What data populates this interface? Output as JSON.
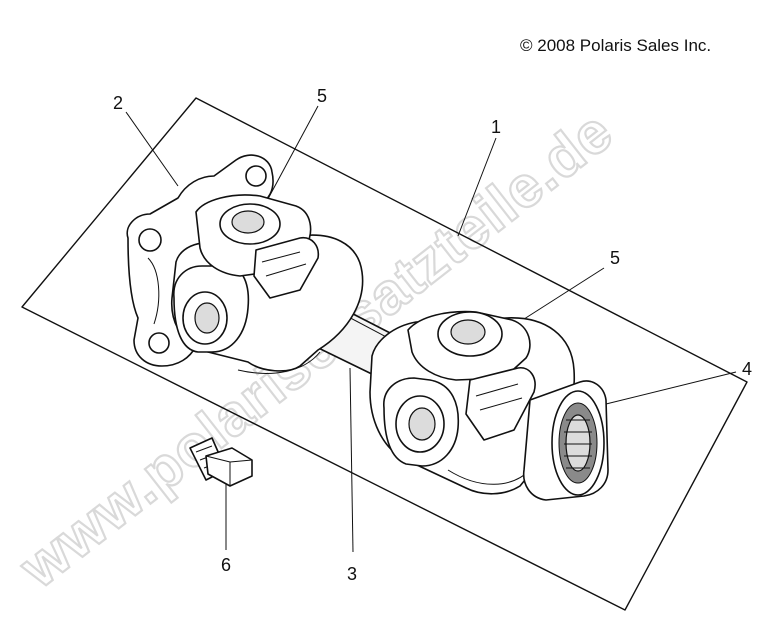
{
  "copyright": "© 2008 Polaris Sales Inc.",
  "watermark": "www.polarisersatzteile.de",
  "callouts": {
    "c1": "1",
    "c2": "2",
    "c3": "3",
    "c4": "4",
    "c5a": "5",
    "c5b": "5",
    "c6": "6"
  }
}
